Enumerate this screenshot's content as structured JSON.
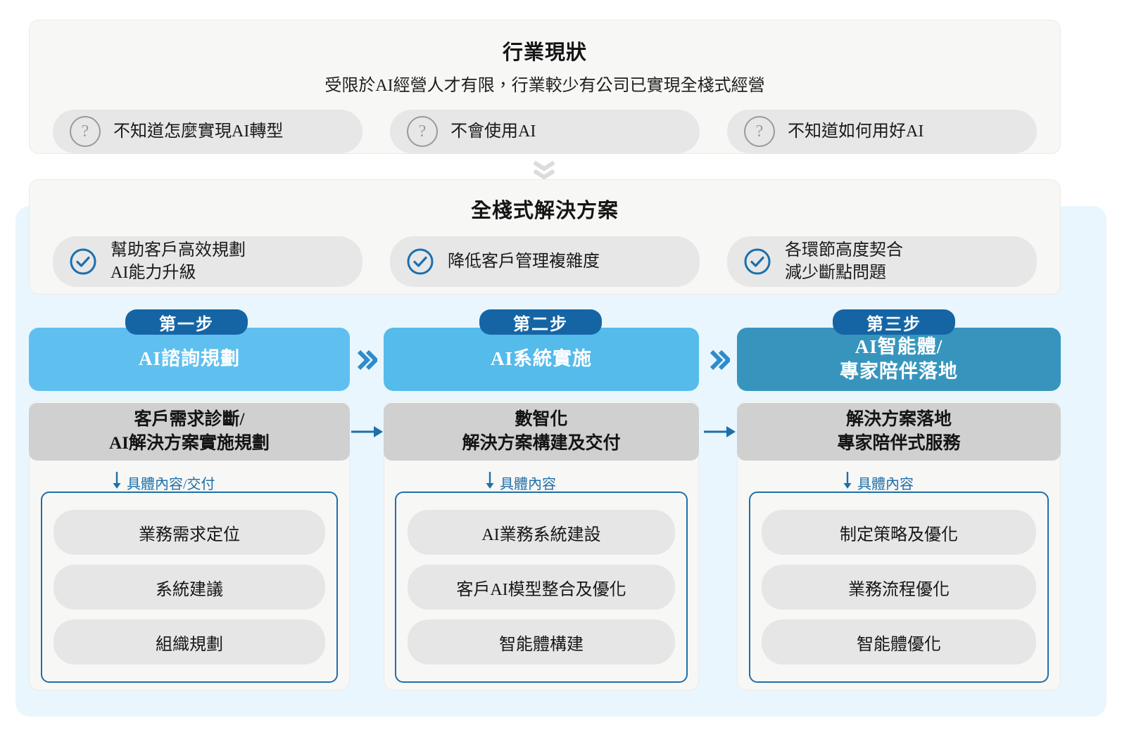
{
  "current_state": {
    "title": "行業現狀",
    "subtitle": "受限於AI經營人才有限，行業較少有公司已實現全棧式經營",
    "items": [
      {
        "icon": "question-mark-icon",
        "label": "不知道怎麼實現AI轉型"
      },
      {
        "icon": "question-mark-icon",
        "label": "不會使用AI"
      },
      {
        "icon": "question-mark-icon",
        "label": "不知道如何用好AI"
      }
    ]
  },
  "transition_icon": "double-chevron-down-icon",
  "solution": {
    "title": "全棧式解決方案",
    "items": [
      {
        "icon": "check-circle-icon",
        "label": "幫助客戶高效規劃\nAI能力升級"
      },
      {
        "icon": "check-circle-icon",
        "label": "降低客戶管理複雜度"
      },
      {
        "icon": "check-circle-icon",
        "label": "各環節高度契合\n減少斷點問題"
      }
    ]
  },
  "steps": [
    {
      "badge": "第一步",
      "head": "AI諮詢規劃",
      "head_color": "#5fc0ef",
      "sub_head": "客戶需求診斷/\nAI解決方案實施規劃",
      "detail_label": "具體內容/交付",
      "detail_items": [
        "業務需求定位",
        "系統建議",
        "組織規劃"
      ]
    },
    {
      "badge": "第二步",
      "head": "AI系統實施",
      "head_color": "#54bbeb",
      "sub_head": "數智化\n解決方案構建及交付",
      "detail_label": "具體內容",
      "detail_items": [
        "AI業務系統建設",
        "客戶AI模型整合及優化",
        "智能體構建"
      ]
    },
    {
      "badge": "第三步",
      "head": "AI智能體/\n專家陪伴落地",
      "head_color": "#3795bd",
      "sub_head": "解決方案落地\n專家陪伴式服務",
      "detail_label": "具體內容",
      "detail_items": [
        "制定策略及優化",
        "業務流程優化",
        "智能體優化"
      ]
    }
  ],
  "separators": {
    "step_chevron_icon": "double-chevron-right-icon",
    "sub_arrow_icon": "arrow-right-icon",
    "detail_arrow_icon": "arrow-down-icon"
  },
  "colors": {
    "accent_blue": "#1f6fa8",
    "badge_blue": "#1565a5",
    "stage_bg": "#e9f6fd",
    "panel_bg": "#f7f7f6",
    "pill_bg": "#e7e7e7",
    "sub_head_bg": "#d0d0d0"
  }
}
